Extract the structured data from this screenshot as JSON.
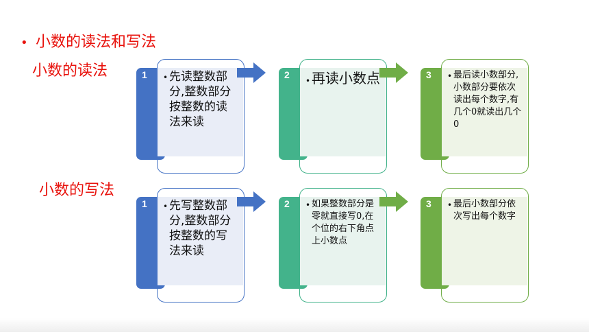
{
  "title": "小数的读法和写法",
  "sections": {
    "reading": {
      "label": "小数的读法",
      "steps": [
        {
          "num": "1",
          "text": "先读整数部分,整数部分按整数的读法来读"
        },
        {
          "num": "2",
          "text": "再读小数点"
        },
        {
          "num": "3",
          "text": "最后读小数部分,小数部分要依次读出每个数字,有几个0就读出几个0"
        }
      ]
    },
    "writing": {
      "label": "小数的写法",
      "steps": [
        {
          "num": "1",
          "text": "先写整数部分,整数部分按整数的写法来读"
        },
        {
          "num": "2",
          "text": "如果整数部分是零就直接写0,在个位的右下角点上小数点"
        },
        {
          "num": "3",
          "text": "最后小数部分依次写出每个数字"
        }
      ]
    }
  },
  "colors": {
    "title": "#e8120c",
    "step1": "#4472c4",
    "step2": "#43b38b",
    "step3": "#70ad47"
  },
  "icons": [
    "bullet-dot",
    "right-arrow-icon"
  ]
}
